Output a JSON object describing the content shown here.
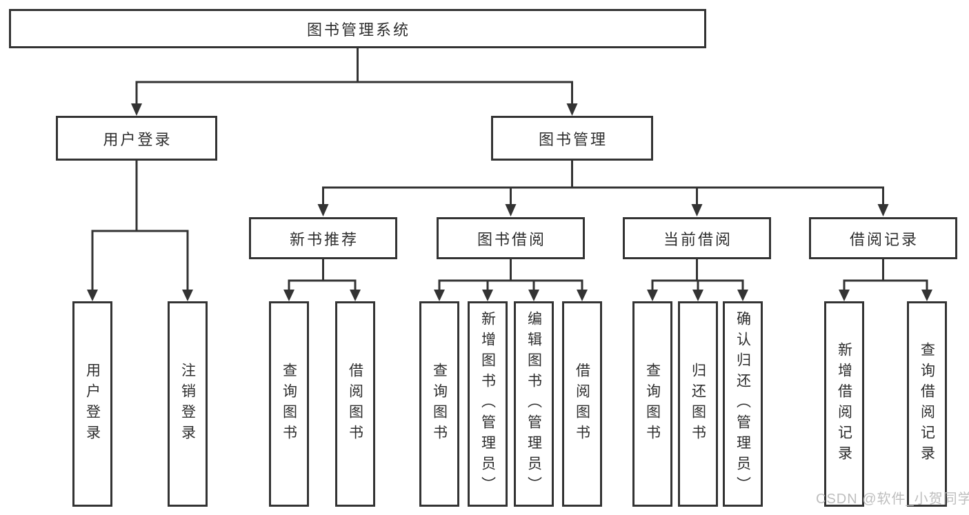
{
  "diagram": {
    "root": {
      "label": "图书管理系统"
    },
    "level2": {
      "user_login": {
        "label": "用户登录"
      },
      "book_management": {
        "label": "图书管理"
      }
    },
    "level3": {
      "new_book_recommend": {
        "label": "新书推荐"
      },
      "book_borrow": {
        "label": "图书借阅"
      },
      "current_borrow": {
        "label": "当前借阅"
      },
      "borrow_record": {
        "label": "借阅记录"
      }
    },
    "leaves": {
      "user_login": [
        "用户登录",
        "注销登录"
      ],
      "new_book_recommend": [
        "查询图书",
        "借阅图书"
      ],
      "book_borrow": [
        "查询图书",
        "新增图书（管理员）",
        "编辑图书（管理员）",
        "借阅图书"
      ],
      "current_borrow": [
        "查询图书",
        "归还图书",
        "确认归还（管理员）"
      ],
      "borrow_record": [
        "新增借阅记录",
        "查询借阅记录"
      ]
    }
  },
  "watermark": "CSDN @软件_小贺同学",
  "colors": {
    "line": "#333333",
    "text": "#2d2d2d",
    "background": "#ffffff",
    "watermark": "#b9b9b9"
  }
}
